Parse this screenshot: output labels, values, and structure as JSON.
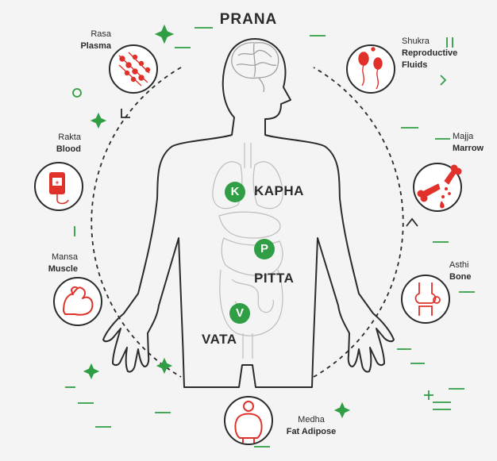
{
  "title": "PRANA",
  "doshas": {
    "kapha": {
      "letter": "K",
      "name": "KAPHA"
    },
    "pitta": {
      "letter": "P",
      "name": "PITTA"
    },
    "vata": {
      "letter": "V",
      "name": "VATA"
    }
  },
  "dhatus": {
    "rasa": {
      "sanskrit": "Rasa",
      "english": "Plasma",
      "icon": "plasma-cells-icon"
    },
    "rakta": {
      "sanskrit": "Rakta",
      "english": "Blood",
      "icon": "blood-bag-icon"
    },
    "mansa": {
      "sanskrit": "Mansa",
      "english": "Muscle",
      "icon": "flexed-arm-icon"
    },
    "medha": {
      "sanskrit": "Medha",
      "english": "Fat Adipose",
      "icon": "fat-body-icon"
    },
    "asthi": {
      "sanskrit": "Asthi",
      "english": "Bone",
      "icon": "knee-joint-icon"
    },
    "majja": {
      "sanskrit": "Majja",
      "english": "Marrow",
      "icon": "broken-bone-icon"
    },
    "shukra": {
      "sanskrit": "Shukra",
      "english_line1": "Reproductive",
      "english_line2": "Fluids",
      "icon": "sperm-cells-icon"
    }
  },
  "colors": {
    "accent_green": "#2f9e44",
    "accent_red": "#e0322b",
    "ink": "#2b2b2b",
    "organ_gray": "#bdbdbd",
    "background": "#f4f4f4"
  }
}
